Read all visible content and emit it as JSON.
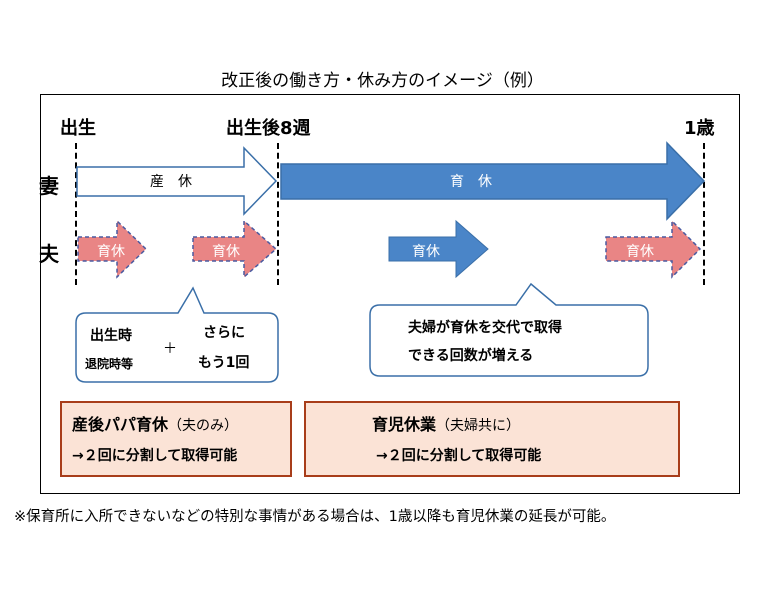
{
  "title": "改正後の働き方・休み方のイメージ（例）",
  "timeline": {
    "birth": "出生",
    "week8": "出生後8週",
    "age1": "1歳"
  },
  "rows": {
    "wife": "妻",
    "husband": "夫"
  },
  "wife_arrows": {
    "maternity": "産　休",
    "childcare": "育　休"
  },
  "husband_arrows": [
    "育休",
    "育休",
    "育休",
    "育休"
  ],
  "bubble_left": {
    "line1": "出生時",
    "line2": "退院時等",
    "plus": "＋",
    "right1": "さらに",
    "right2": "もう1回"
  },
  "bubble_right": {
    "line1": "夫婦が育休を交代で取得",
    "line2": "できる回数が増える"
  },
  "box_left": {
    "title": "産後パパ育休",
    "sub": "（夫のみ）",
    "body": "→２回に分割して取得可能"
  },
  "box_right": {
    "title": "育児休業",
    "sub": "（夫婦共に）",
    "body": "→２回に分割して取得可能"
  },
  "note": "※保育所に入所できないなどの特別な事情がある場合は、1歳以降も育児休業の延長が可能。",
  "colors": {
    "blue": "#4a85c8",
    "blue_border": "#3a6fa8",
    "pink": "#e98585",
    "pink_border": "#4a5aa0",
    "box_fill": "#fbe3d6",
    "box_border": "#a83d1a"
  }
}
